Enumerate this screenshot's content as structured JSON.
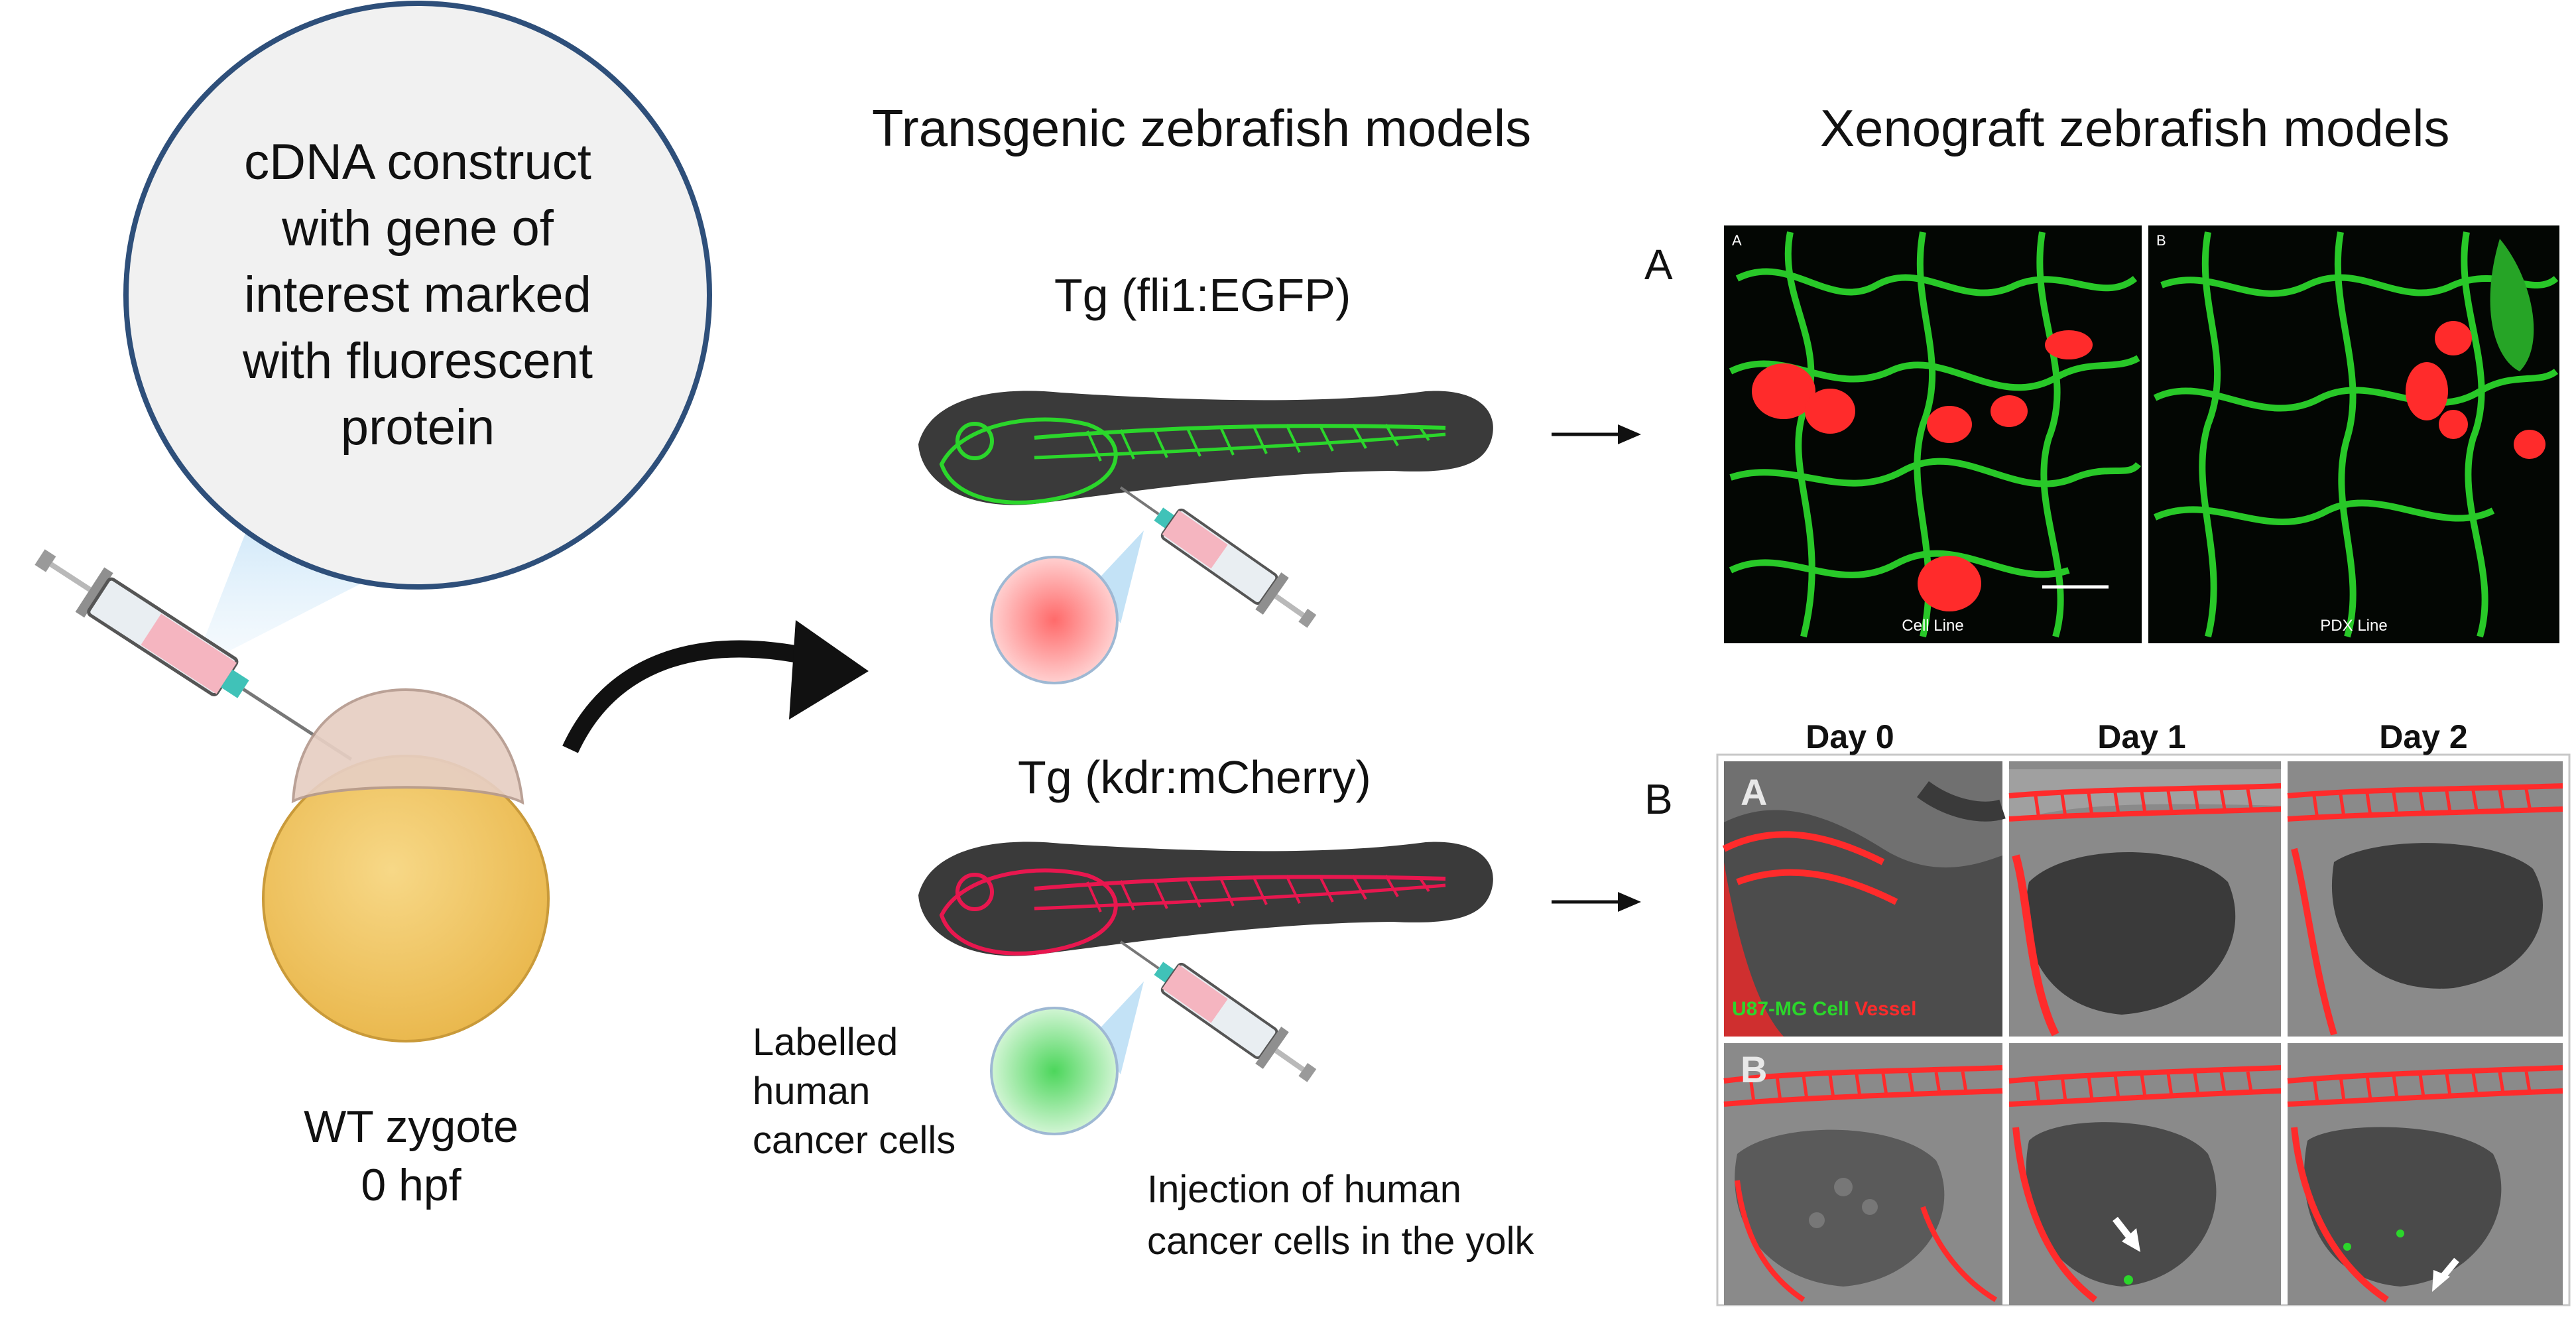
{
  "bubble": {
    "lines": [
      "cDNA construct",
      "with gene of",
      "interest marked",
      "with  fluorescent",
      "protein"
    ]
  },
  "zygote": {
    "line1": "WT zygote",
    "line2": "0 hpf"
  },
  "transgenic": {
    "title": "Transgenic zebrafish models",
    "tg1": "Tg (fli1:EGFP)",
    "tg2": "Tg (kdr:mCherry)"
  },
  "labels": {
    "labelled_cells": [
      "Labelled",
      "human",
      "cancer cells"
    ],
    "injection": [
      "Injection of human",
      "cancer cells in the yolk"
    ]
  },
  "xenograft": {
    "title": "Xenograft zebrafish models",
    "panelA": {
      "label": "A",
      "left_corner": "A",
      "right_corner": "B",
      "left_caption": "Cell Line",
      "right_caption": "PDX Line"
    },
    "panelB": {
      "label": "B",
      "days": [
        "Day 0",
        "Day 1",
        "Day 2"
      ],
      "row_a": "A",
      "row_b": "B",
      "legend_cell": "U87-MG Cell",
      "legend_vessel": "Vessel"
    }
  },
  "colors": {
    "bubble_border": "#2e4f7a",
    "yolk": "#f2c35f",
    "gfp_green": "#2bd62b",
    "mcherry_red": "#e8174f",
    "micro_red": "#ff2b2b",
    "fish_body": "#3a3a3a"
  },
  "icons": [
    "syringe-icon",
    "arrow-icon",
    "zebrafish-icon",
    "cell-cluster-icon"
  ]
}
